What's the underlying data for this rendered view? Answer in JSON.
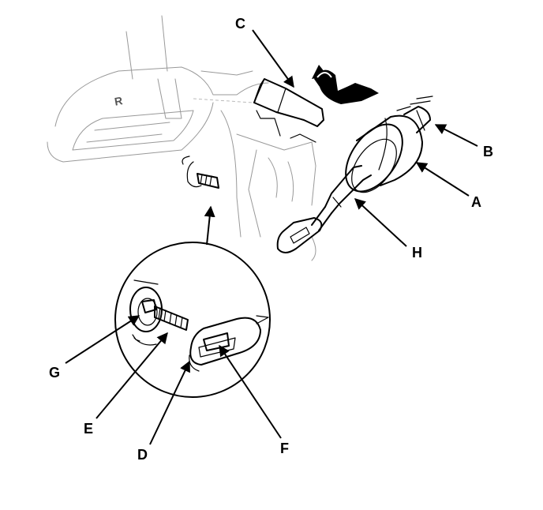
{
  "diagram": {
    "labels": {
      "A": "A",
      "B": "B",
      "C": "C",
      "D": "D",
      "E": "E",
      "F": "F",
      "G": "G",
      "H": "H"
    },
    "console_marking": "R"
  }
}
